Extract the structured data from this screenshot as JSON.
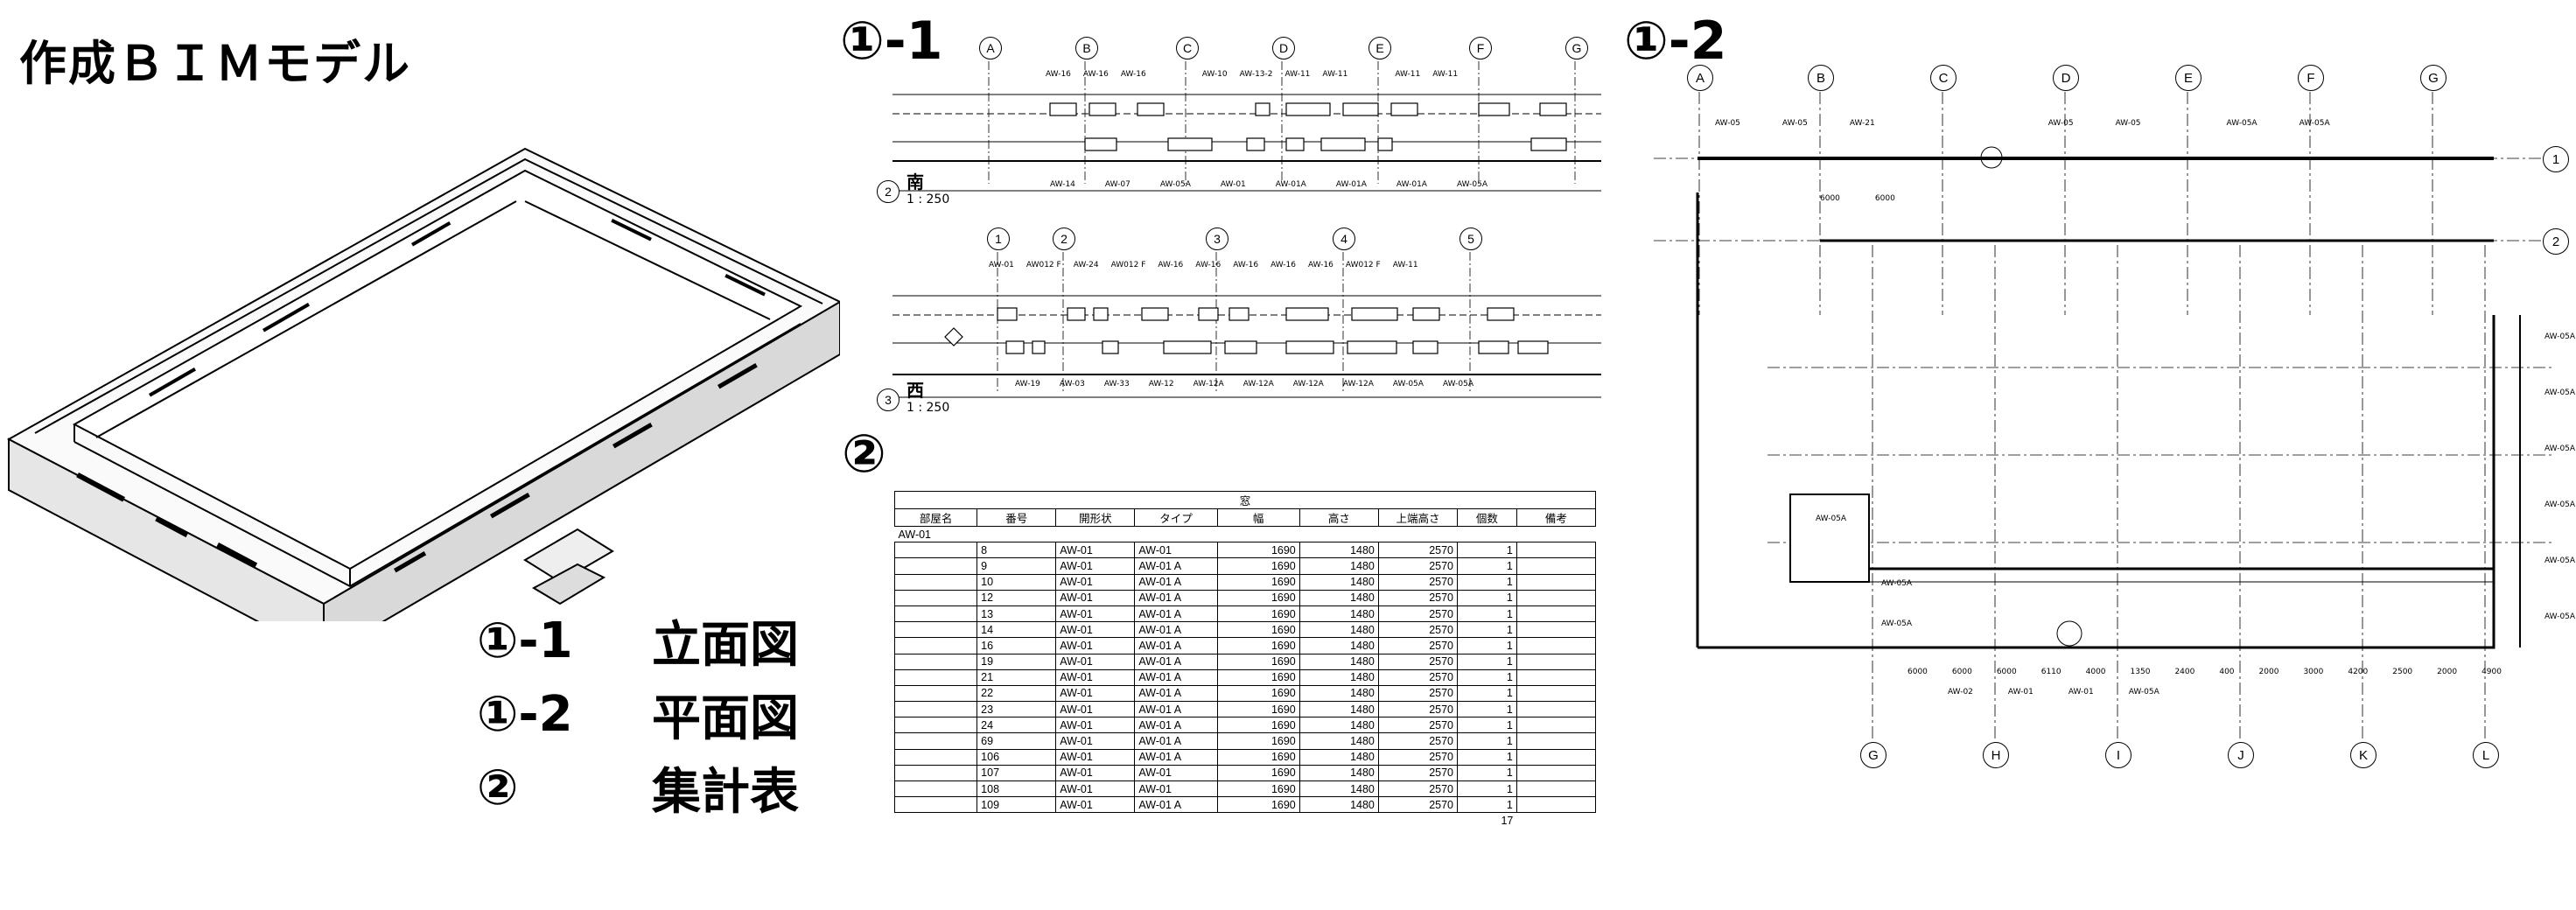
{
  "header": {
    "title": "作成ＢＩＭモデル"
  },
  "legend": [
    {
      "key": "①-1",
      "label": "立面図"
    },
    {
      "key": "①-2",
      "label": "平面図"
    },
    {
      "key": "②",
      "label": "集計表"
    }
  ],
  "elevations": {
    "section_label": "①-1",
    "south": {
      "number": "2",
      "title": "南",
      "scale": "1 : 250",
      "grid": [
        "A",
        "B",
        "C",
        "D",
        "E",
        "F",
        "G"
      ],
      "tags_top": [
        "AW-16",
        "AW-16",
        "AW-16",
        "AW-10",
        "AW-13-2",
        "AW-11",
        "AW-11",
        "AW-11",
        "AW-11"
      ],
      "tags_bottom": [
        "AW-14",
        "AW-07",
        "AW-05A",
        "AW-01",
        "AW-01A",
        "AW-01A",
        "AW-01A",
        "AW-05A"
      ]
    },
    "west": {
      "number": "3",
      "title": "西",
      "scale": "1 : 250",
      "grid": [
        "1",
        "2",
        "3",
        "4",
        "5"
      ],
      "tags_top": [
        "AW-01",
        "AW012 F",
        "AW-24",
        "AW012 F",
        "AW-16",
        "AW-16",
        "AW-16",
        "AW-16",
        "AW-16",
        "AW012 F",
        "AW-11"
      ],
      "tags_bottom": [
        "AW-19",
        "AW-03",
        "AW-33",
        "AW-12",
        "AW-12A",
        "AW-12A",
        "AW-12A",
        "AW-12A",
        "AW-05A",
        "AW-05A"
      ]
    }
  },
  "plan": {
    "section_label": "①-2",
    "grid_top": [
      "A",
      "B",
      "C",
      "D",
      "E",
      "F",
      "G"
    ],
    "grid_bottom": [
      "G",
      "H",
      "I",
      "J",
      "K",
      "L"
    ],
    "grid_right": [
      "1",
      "2"
    ],
    "tags": [
      "AW-05",
      "AW-05",
      "AW-21",
      "AW-05",
      "AW-05",
      "AW-05A",
      "AW-05A",
      "AW-05A",
      "AW-05A",
      "AW-05A",
      "AW-05A",
      "AW-05A",
      "AW-05A",
      "AW-05A",
      "AW-05A",
      "AW-05A",
      "AW-02",
      "AW-01",
      "AW-01",
      "AW-05A"
    ],
    "dims": [
      "6000",
      "6000",
      "6000",
      "6000",
      "6000",
      "6110",
      "4000",
      "1350",
      "2400",
      "400",
      "2000",
      "3000",
      "4200",
      "2500",
      "2000",
      "4900"
    ]
  },
  "schedule": {
    "section_label": "②",
    "title": "窓",
    "columns": [
      "部屋名",
      "番号",
      "開形状",
      "タイプ",
      "幅",
      "高さ",
      "上端高さ",
      "個数",
      "備考"
    ],
    "group": "AW-01",
    "rows": [
      [
        "",
        "8",
        "AW-01",
        "AW-01",
        "1690",
        "1480",
        "2570",
        "1",
        ""
      ],
      [
        "",
        "9",
        "AW-01",
        "AW-01 A",
        "1690",
        "1480",
        "2570",
        "1",
        ""
      ],
      [
        "",
        "10",
        "AW-01",
        "AW-01 A",
        "1690",
        "1480",
        "2570",
        "1",
        ""
      ],
      [
        "",
        "12",
        "AW-01",
        "AW-01 A",
        "1690",
        "1480",
        "2570",
        "1",
        ""
      ],
      [
        "",
        "13",
        "AW-01",
        "AW-01 A",
        "1690",
        "1480",
        "2570",
        "1",
        ""
      ],
      [
        "",
        "14",
        "AW-01",
        "AW-01 A",
        "1690",
        "1480",
        "2570",
        "1",
        ""
      ],
      [
        "",
        "16",
        "AW-01",
        "AW-01 A",
        "1690",
        "1480",
        "2570",
        "1",
        ""
      ],
      [
        "",
        "19",
        "AW-01",
        "AW-01 A",
        "1690",
        "1480",
        "2570",
        "1",
        ""
      ],
      [
        "",
        "21",
        "AW-01",
        "AW-01 A",
        "1690",
        "1480",
        "2570",
        "1",
        ""
      ],
      [
        "",
        "22",
        "AW-01",
        "AW-01 A",
        "1690",
        "1480",
        "2570",
        "1",
        ""
      ],
      [
        "",
        "23",
        "AW-01",
        "AW-01 A",
        "1690",
        "1480",
        "2570",
        "1",
        ""
      ],
      [
        "",
        "24",
        "AW-01",
        "AW-01 A",
        "1690",
        "1480",
        "2570",
        "1",
        ""
      ],
      [
        "",
        "69",
        "AW-01",
        "AW-01 A",
        "1690",
        "1480",
        "2570",
        "1",
        ""
      ],
      [
        "",
        "106",
        "AW-01",
        "AW-01 A",
        "1690",
        "1480",
        "2570",
        "1",
        ""
      ],
      [
        "",
        "107",
        "AW-01",
        "AW-01",
        "1690",
        "1480",
        "2570",
        "1",
        ""
      ],
      [
        "",
        "108",
        "AW-01",
        "AW-01",
        "1690",
        "1480",
        "2570",
        "1",
        ""
      ],
      [
        "",
        "109",
        "AW-01",
        "AW-01 A",
        "1690",
        "1480",
        "2570",
        "1",
        ""
      ]
    ],
    "total": "17"
  }
}
